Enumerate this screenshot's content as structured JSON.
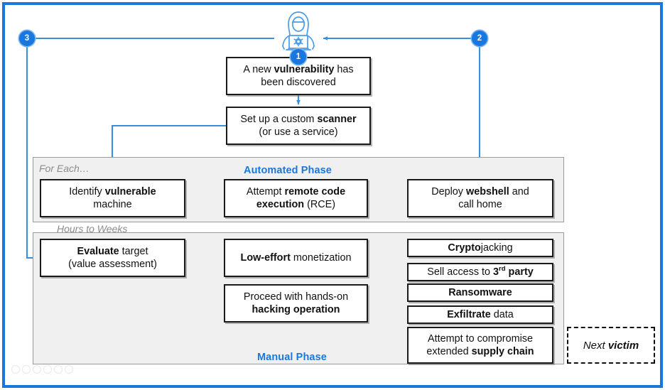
{
  "frame": {
    "accent_color": "#1878e0",
    "panel_fill": "#f0f0f0",
    "border_color": "#1a1a1a"
  },
  "icons": {
    "hacker": "hacker-at-laptop-icon",
    "bug": "bug-icon"
  },
  "markers": [
    {
      "id": "1",
      "label": "1"
    },
    {
      "id": "2",
      "label": "2"
    },
    {
      "id": "3",
      "label": "3"
    }
  ],
  "phases": {
    "automated": {
      "title": "Automated Phase",
      "caption": "For Each…"
    },
    "manual": {
      "title": "Manual Phase",
      "caption": "Hours to Weeks"
    }
  },
  "nodes": {
    "vulnerability": {
      "line1_a": "A new ",
      "line1_b": "vulnerability",
      "line1_c": " has",
      "line2": "been discovered"
    },
    "scanner": {
      "line1_a": "Set up a custom ",
      "line1_b": "scanner",
      "line2": "(or use a service)"
    },
    "identify": {
      "line1_a": "Identify ",
      "line1_b": "vulnerable",
      "line2": "machine"
    },
    "rce": {
      "line1_a": "Attempt ",
      "line1_b": "remote code",
      "line2_b": "execution",
      "line2_c": " (RCE)"
    },
    "webshell": {
      "line1_a": "Deploy ",
      "line1_b": "webshell",
      "line1_c": " and",
      "line2": "call home"
    },
    "evaluate": {
      "line1_b": "Evaluate",
      "line1_c": " target",
      "line2": "(value assessment)"
    },
    "low_effort": {
      "b": "Low-effort",
      "c": " monetization"
    },
    "hands_on": {
      "line1": "Proceed with hands-on",
      "line2_b": "hacking operation"
    },
    "cryptojacking": {
      "b": "Crypto",
      "c": "jacking"
    },
    "sell_access": {
      "a": "Sell access to ",
      "b": "3",
      "sup": "rd",
      "b2": " party"
    },
    "ransomware": {
      "b": "Ransomware"
    },
    "exfiltrate": {
      "b": "Exfiltrate",
      "c": " data"
    },
    "supply_chain": {
      "line1": "Attempt to compromise",
      "line2_a": "extended ",
      "line2_b": "supply chain"
    },
    "next_victim": {
      "a": "Next ",
      "b": "victim"
    }
  }
}
